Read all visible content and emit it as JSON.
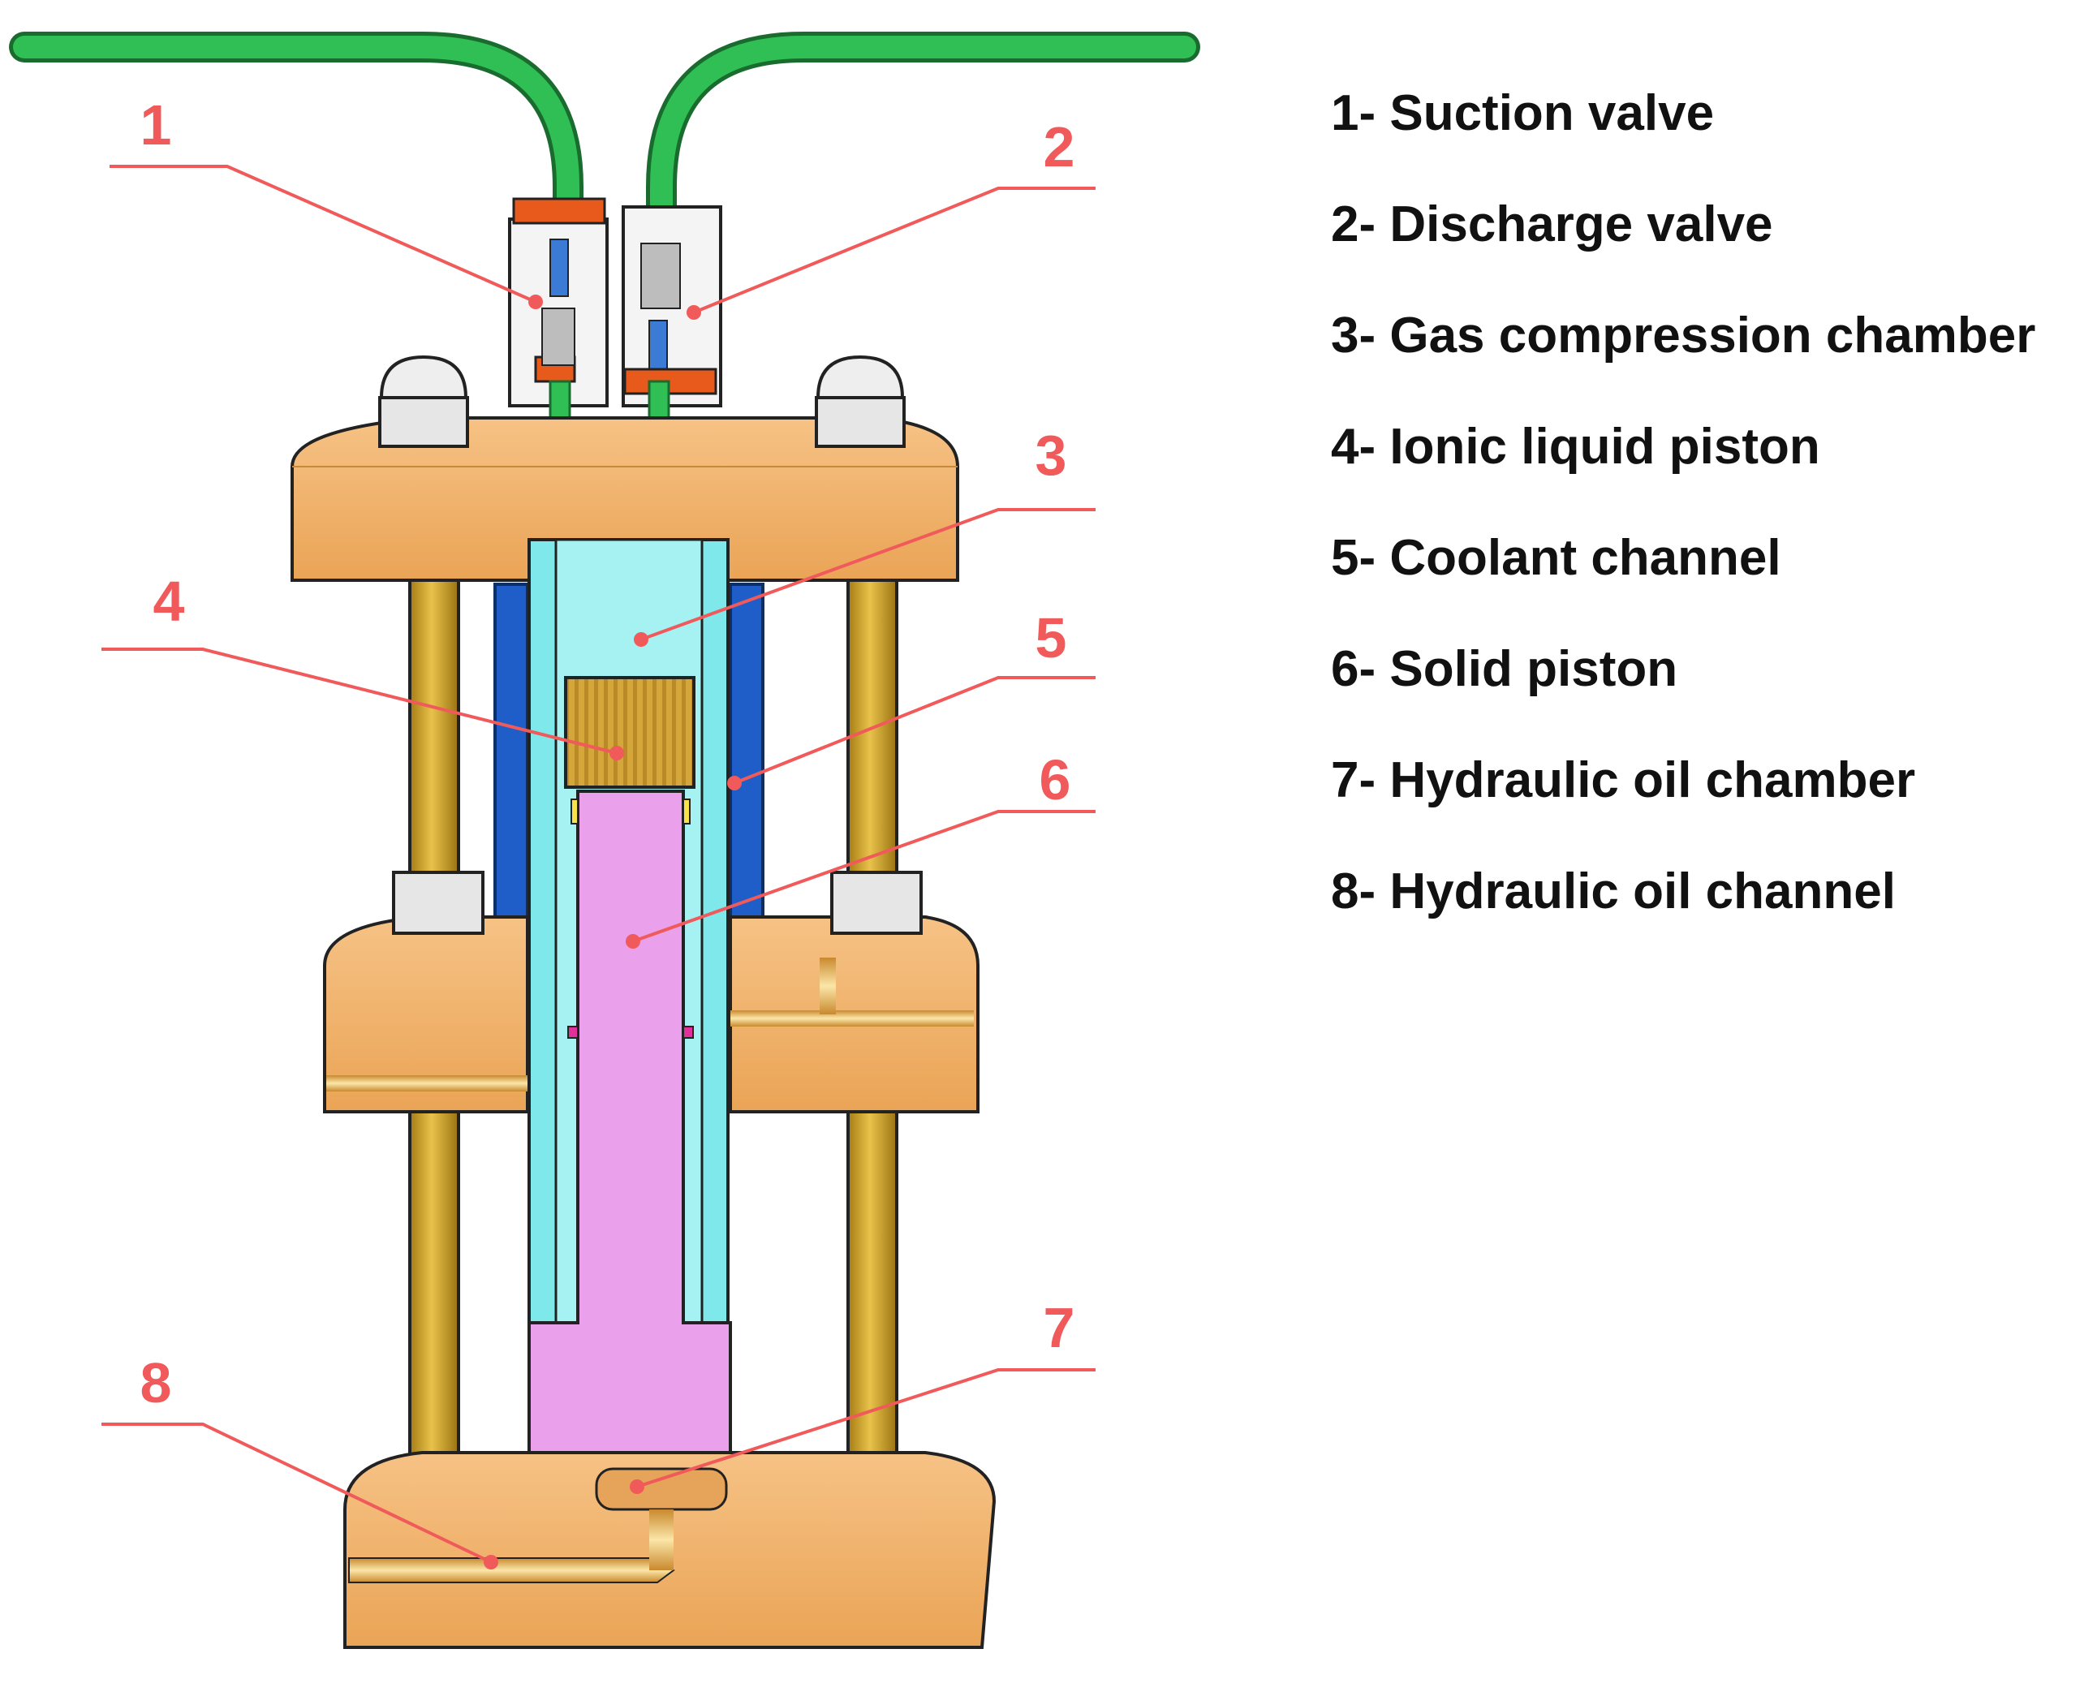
{
  "callouts": [
    "1",
    "2",
    "3",
    "4",
    "5",
    "6",
    "7",
    "8"
  ],
  "legend": [
    "1- Suction valve",
    "2- Discharge valve",
    "3- Gas compression chamber",
    "4- Ionic liquid piston",
    "5- Coolant channel",
    "6- Solid piston",
    "7- Hydraulic oil chamber",
    "8- Hydraulic oil channel"
  ],
  "colors": {
    "plate": "#f2b26a",
    "rod": "#d6a52a",
    "tube": "#29a84a",
    "cylinder": "#7ee8ea",
    "coolant": "#1f5ec9",
    "solid_piston": "#eaa0ea",
    "ionic_piston": "#c99a2e",
    "callout": "#f05a5a"
  }
}
